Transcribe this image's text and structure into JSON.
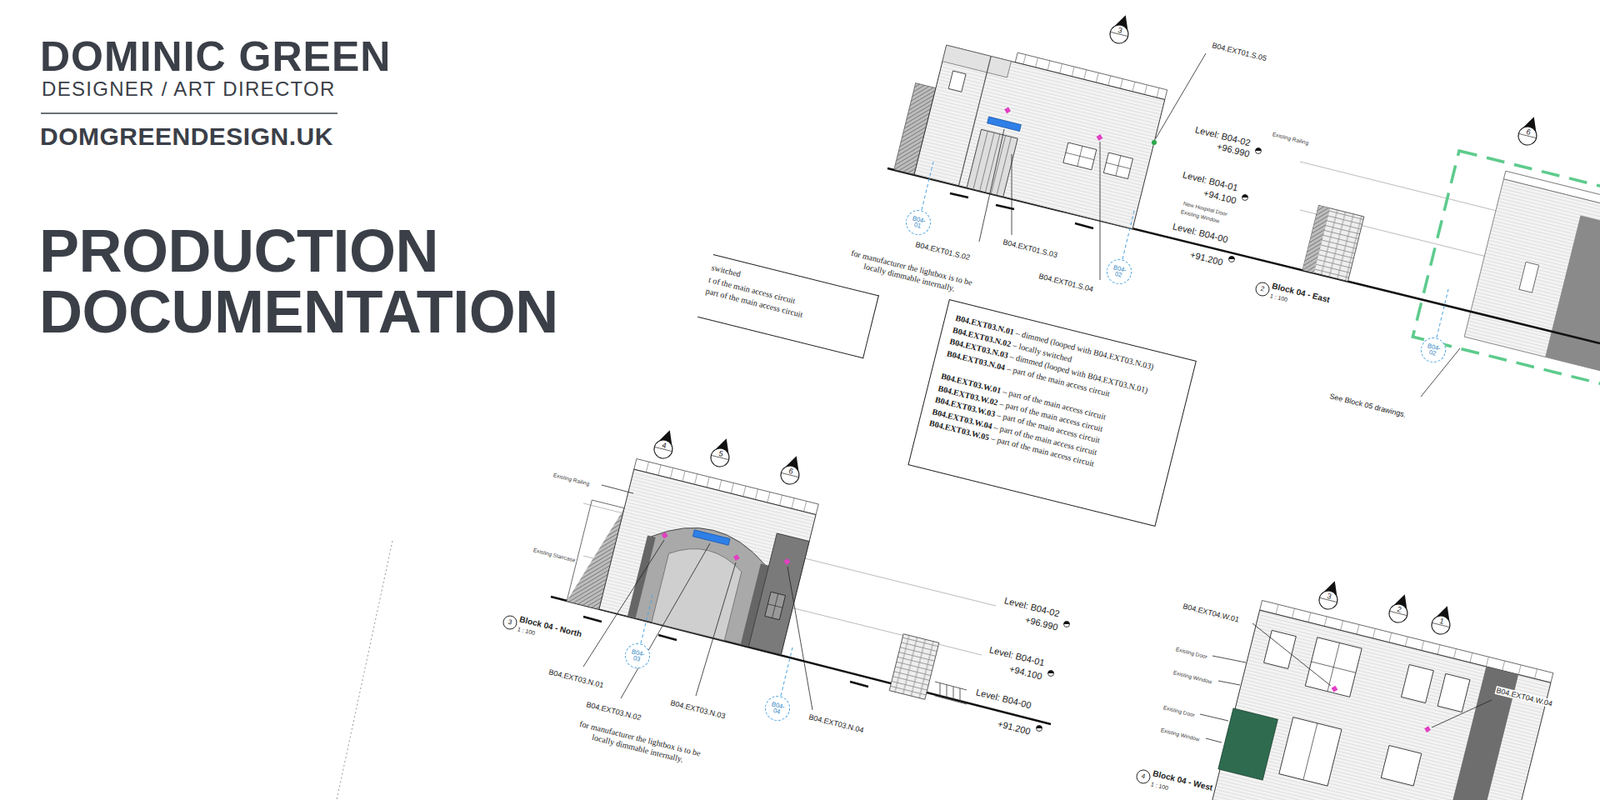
{
  "diagram": {
    "title": "PRODUCTION DOCUMENTATION",
    "nodes": [
      {
        "text": [
          "switched",
          "t of the main access circuit",
          "part of the main access circuit"
        ]
      },
      {
        "text": [
          "B04-01"
        ]
      },
      {
        "text": [
          "B04-02"
        ]
      },
      {
        "text": [
          "B04.EXT03.N.01 – dimmed (looped with B04.EXT03.N.03)",
          "B04.EXT03.N.02 – locally switched",
          "B04.EXT03.N.03 – dimmed (looped with B04.EXT03.N.01)",
          "B04.EXT03.N.04 – part of the main access circuit",
          "B04.EXT03.W.01 – part of the main access circuit",
          "B04.EXT03.W.02 – part of the main access circuit",
          "B04.EXT03.W.03 – part of the main access circuit",
          "B04.EXT03.W.04 – part of the main access circuit",
          "B04.EXT03.W.05 – part of the main access circuit"
        ]
      },
      {
        "text": [
          "B04-02"
        ]
      },
      {
        "text": [
          "B04-03"
        ]
      },
      {
        "text": [
          "B04-04"
        ]
      }
    ],
    "labels": [
      "DOMINIC GREEN",
      "DESIGNER / ART DIRECTOR",
      "DOMGREENDESIGN.UK",
      "3",
      "B04.EXT01.S.05",
      "Level: B04-02",
      "+96.990",
      "Existing Railing",
      "Level: B04-01",
      "+94.100",
      "New Hospital Door",
      "Existing Window",
      "Level: B04-00",
      "+91.200",
      "B04.EXT01.S.02",
      "for manufacturer the lightbox is to be locally dimmable internally.",
      "B04.EXT01.S.03",
      "B04.EXT01.S.04",
      "6",
      "2",
      "Block 04 - East",
      "1 : 100",
      "See Block 05 drawings.",
      "4",
      "5",
      "6",
      "Existing Railing",
      "Existing Staircase",
      "Level: B04-02",
      "+96.990",
      "Level: B04-01",
      "+94.100",
      "Level: B04-00",
      "+91.200",
      "3",
      "Block 04 - North",
      "1 : 100",
      "B04.EXT03.N.01",
      "B04.EXT03.N.02",
      "for manufacturer the lightbox is to be locally dimmable internally.",
      "B04.EXT03.N.03",
      "B04.EXT03.N.04",
      "3",
      "2",
      "1",
      "B04.EXT04.W.01",
      "Existing Door",
      "Existing Window",
      "Existing Door",
      "Existing Window",
      "B04.EXT04.W.04",
      "4",
      "Block 04 - West",
      "1 : 100"
    ]
  }
}
